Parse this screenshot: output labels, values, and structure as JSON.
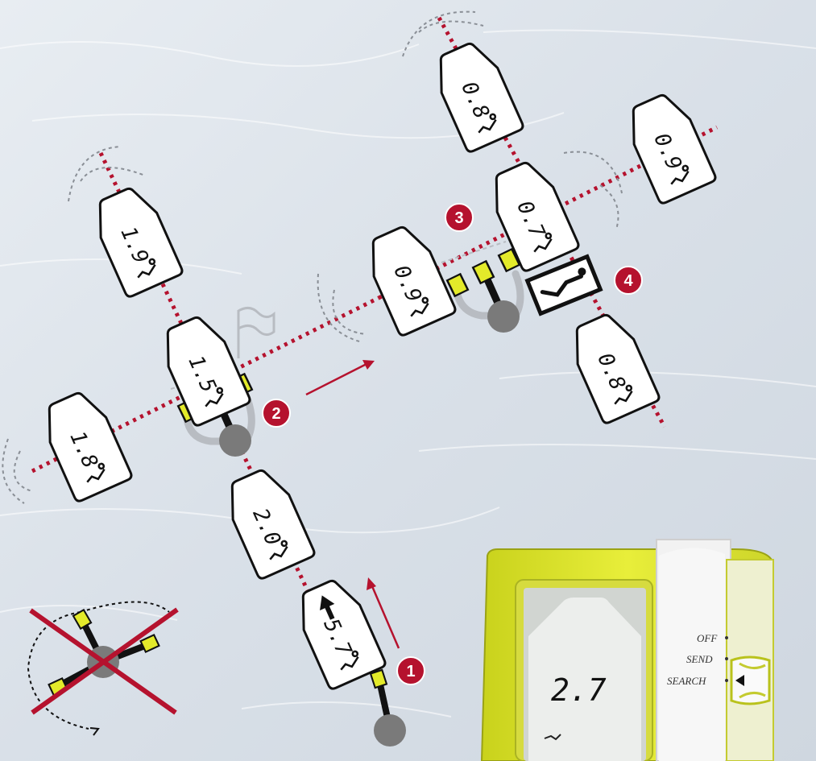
{
  "steps": [
    {
      "number": "1"
    },
    {
      "number": "2"
    },
    {
      "number": "3"
    },
    {
      "number": "4"
    }
  ],
  "device_readings": [
    {
      "id": "reading-5-7",
      "value": "5.7"
    },
    {
      "id": "reading-2-0",
      "value": "2.0"
    },
    {
      "id": "reading-1-5",
      "value": "1.5"
    },
    {
      "id": "reading-1-9",
      "value": "1.9"
    },
    {
      "id": "reading-1-8",
      "value": "1.8"
    },
    {
      "id": "reading-0-9-left",
      "value": "0.9"
    },
    {
      "id": "reading-0-7",
      "value": "0.7"
    },
    {
      "id": "reading-0-8-top",
      "value": "0.8"
    },
    {
      "id": "reading-0-9-right",
      "value": "0.9"
    },
    {
      "id": "reading-0-8-bottom",
      "value": "0.8"
    }
  ],
  "transceiver": {
    "display_value": "2.7",
    "switch_labels": [
      "OFF",
      "SEND",
      "SEARCH"
    ],
    "selected_mode": "SEARCH"
  },
  "colors": {
    "accent_red": "#b5122e",
    "device_yellow": "#e3ea2a",
    "probe_gray": "#7a7a7a",
    "snow": "#dfe5ec"
  }
}
